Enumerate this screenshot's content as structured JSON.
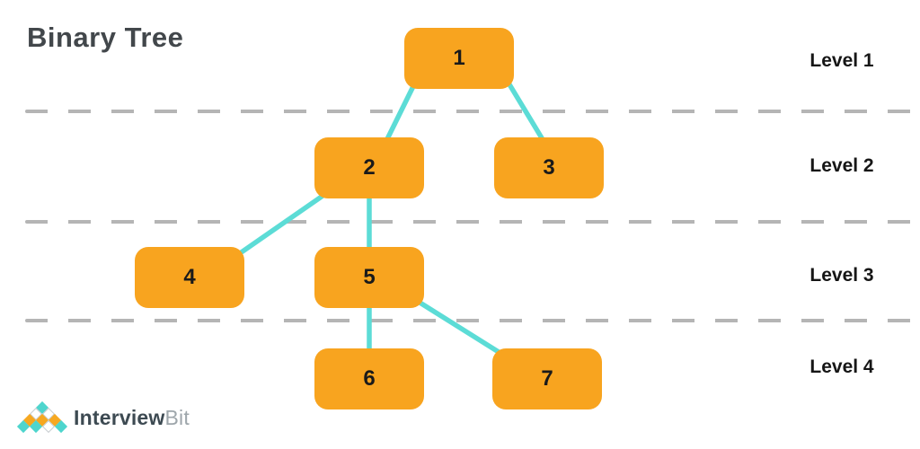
{
  "title": "Binary Tree",
  "levels": [
    {
      "label": "Level 1"
    },
    {
      "label": "Level 2"
    },
    {
      "label": "Level 3"
    },
    {
      "label": "Level 4"
    }
  ],
  "tree": {
    "type": "binary-tree-diagram",
    "nodes": [
      {
        "id": "1",
        "label": "1",
        "level": 1
      },
      {
        "id": "2",
        "label": "2",
        "level": 2
      },
      {
        "id": "3",
        "label": "3",
        "level": 2
      },
      {
        "id": "4",
        "label": "4",
        "level": 3
      },
      {
        "id": "5",
        "label": "5",
        "level": 3
      },
      {
        "id": "6",
        "label": "6",
        "level": 4
      },
      {
        "id": "7",
        "label": "7",
        "level": 4
      }
    ],
    "edges": [
      {
        "from": "1",
        "to": "2"
      },
      {
        "from": "1",
        "to": "3"
      },
      {
        "from": "2",
        "to": "4"
      },
      {
        "from": "2",
        "to": "5"
      },
      {
        "from": "5",
        "to": "6"
      },
      {
        "from": "5",
        "to": "7"
      }
    ]
  },
  "colors": {
    "node_fill": "#f8a41f",
    "edge_stroke": "#5cdcd6",
    "divider_dash": "#b5b5b5",
    "title_text": "#42474b",
    "label_text": "#161616",
    "logo_cyan": "#4ed5cd",
    "logo_orange": "#f6a821",
    "logo_text_primary_color": "#3d4a52",
    "logo_text_secondary_color": "#9ea6ab"
  },
  "logo": {
    "icon": "diamond-pyramid",
    "text_primary": "Interview",
    "text_secondary": "Bit"
  }
}
